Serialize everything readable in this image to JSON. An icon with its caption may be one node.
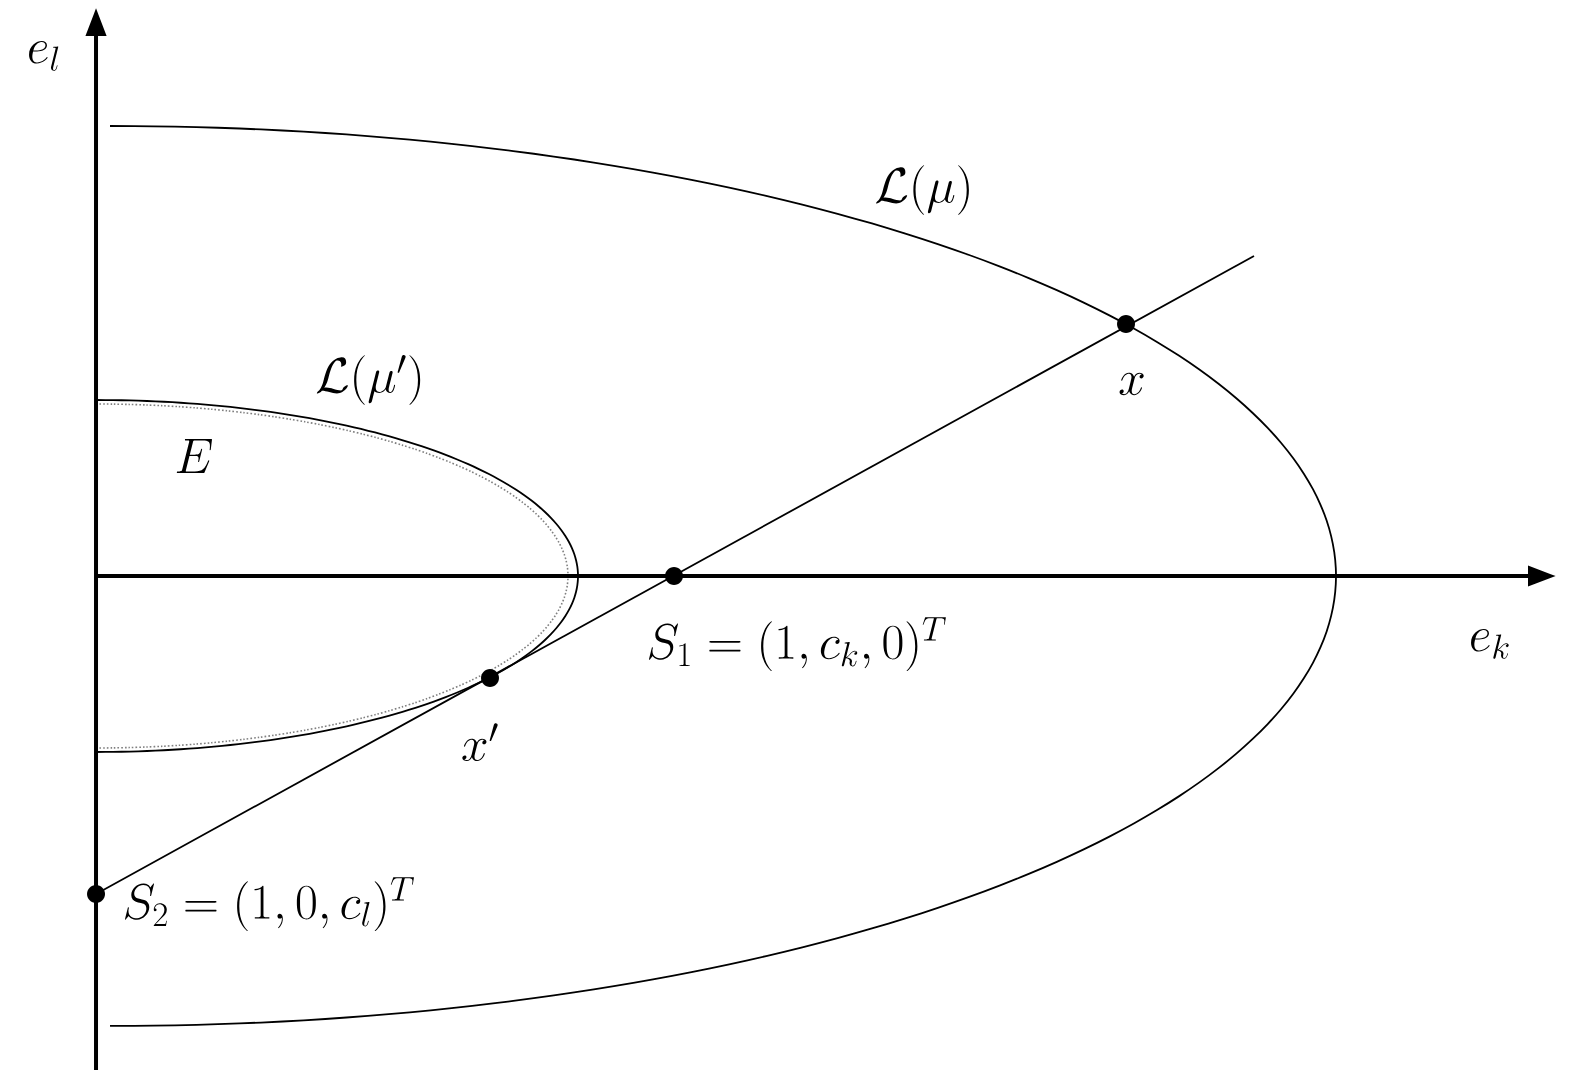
{
  "diagram": {
    "labels": [
      "e_l",
      "\\mathcal{L}(\\mu)",
      "\\mathcal{L}(\\mu')",
      "E",
      "x",
      "S_1 = (1, c_k, 0)^T",
      "e_k",
      "x'",
      "S_2 = (1, 0, c_l)^T"
    ]
  }
}
